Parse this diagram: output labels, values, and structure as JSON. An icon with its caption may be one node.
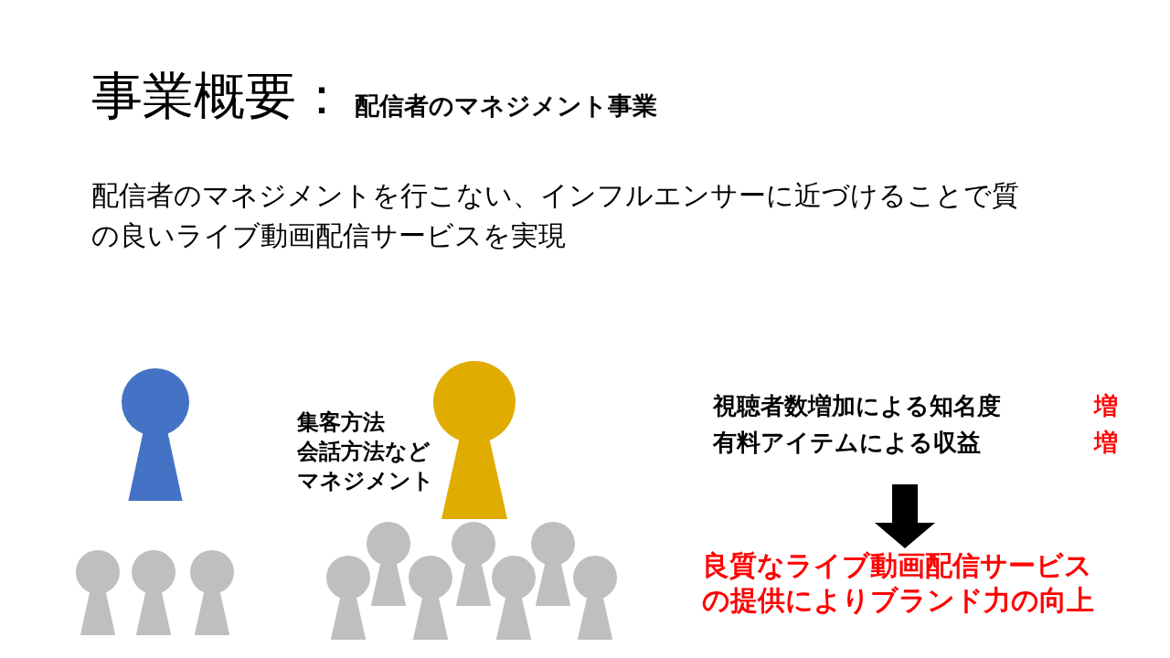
{
  "diagram": {
    "title": "事業概要：",
    "nodes": [
      {
        "text": [
          "視聴者数増加による知名度",
          "増",
          "有料アイテムによる収益",
          "増"
        ]
      },
      {
        "text": [
          "良質なライブ動画配信サービスの提供によりブランド力の向上"
        ]
      }
    ],
    "edges": [
      {
        "from": 0,
        "to": 1,
        "arrow": "to"
      }
    ],
    "labels": [
      "配信者のマネジメント事業",
      "配信者のマネジメントを行こない、インフルエンサーに近づけることで質の良いライブ動画配信サービスを実現",
      "集客方法",
      "会話方法など",
      "マネジメント"
    ]
  }
}
